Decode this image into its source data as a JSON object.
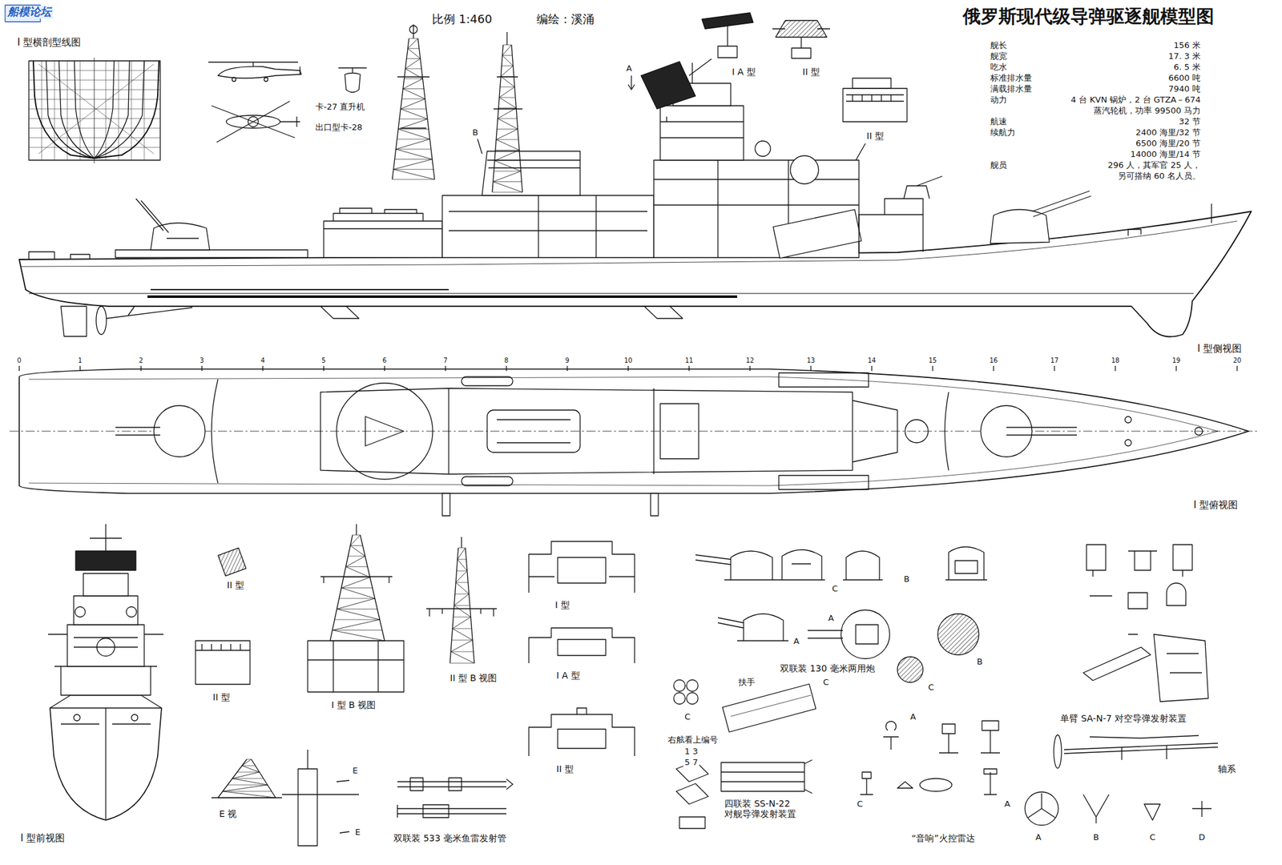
{
  "diagram": {
    "title": "俄罗斯现代级导弹驱逐舰模型图",
    "labels": [
      "比例 1:460",
      "编绘：溪涌",
      "船模论坛",
      "I 型横剖型线图",
      "卡-27 直升机",
      "出口型卡-28",
      "I A 型",
      "II 型",
      "II 型",
      "A",
      "B",
      "舰长",
      "156 米",
      "舰宽",
      "17. 3 米",
      "吃水",
      "6. 5 米",
      "标准排水量",
      "6600 吨",
      "满载排水量",
      "7940 吨",
      "动力",
      "4 台 KVN 锅炉，2 台 GTZA－674",
      "蒸汽轮机，功率 99500 马力",
      "航速",
      "32 节",
      "续航力",
      "2400 海里/32 节",
      "6500 海里/20 节",
      "14000 海里/14 节",
      "舰员",
      "296 人，其军官 25 人，",
      "另可搭纳 60 名人员。",
      "I 型侧视图",
      "I 型俯视图",
      "I 型前视图",
      "II 型",
      "II 型",
      "I 型 B 视图",
      "II 型 B 视图",
      "I 型",
      "I A 型",
      "II 型",
      "E 视",
      "E",
      "E",
      "双联装 533 毫米鱼雷发射管",
      "双联装 130 毫米两用炮",
      "A",
      "B",
      "C",
      "B",
      "C",
      "A",
      "扶手",
      "C",
      "C",
      "右舷看上编号",
      "1 3",
      "5 7",
      "四联装 SS-N-22 对舰导弹发射装置",
      "“音响”火控雷达",
      "A",
      "C",
      "A",
      "单臂 SA-N-7 对空导弹发射装置",
      "轴系",
      "A",
      "B",
      "C",
      "D",
      "0",
      "1",
      "2",
      "3",
      "4",
      "5",
      "6",
      "7",
      "8",
      "9",
      "10",
      "11",
      "12",
      "13",
      "14",
      "15",
      "16",
      "17",
      "18",
      "19",
      "20"
    ]
  }
}
